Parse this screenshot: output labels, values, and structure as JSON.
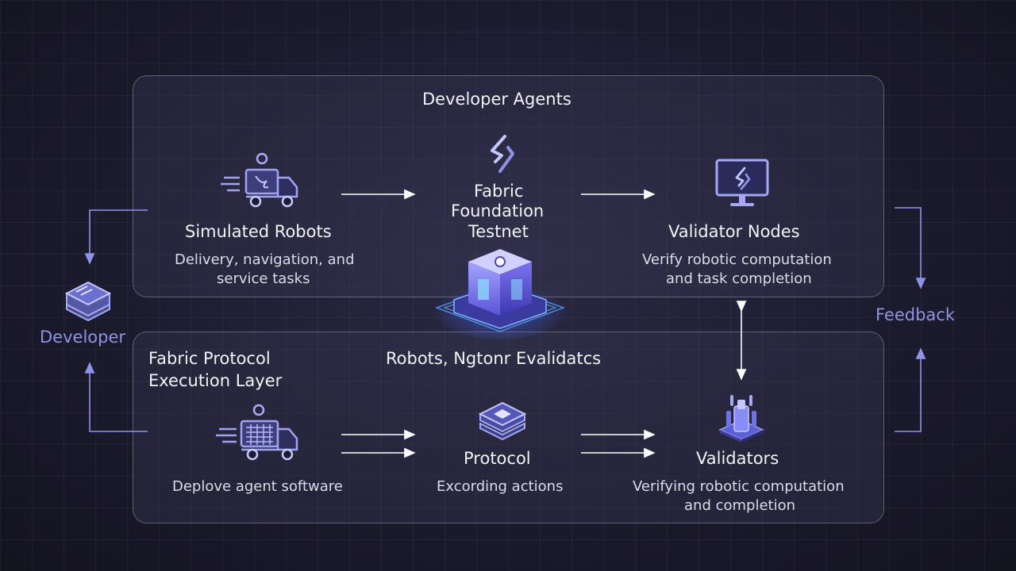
{
  "top_panel": {
    "heading": "Developer Agents"
  },
  "bottom_panel": {
    "heading_line1": "Fabric Protocol",
    "heading_line2": "Execution Layer",
    "center_heading": "Robots, Ngtonr Evalidatcs"
  },
  "nodes": {
    "simulated_robots": {
      "title": "Simulated Robots",
      "sub_line1": "Delivery, navigation, and",
      "sub_line2": "service tasks"
    },
    "fabric_testnet": {
      "line1": "Fabric",
      "line2": "Foundation",
      "line3": "Testnet"
    },
    "validator_nodes": {
      "title": "Validator Nodes",
      "sub_line1": "Verify robotic computation",
      "sub_line2": "and task completion"
    },
    "deploy": {
      "sub": "Deplove agent software"
    },
    "protocol": {
      "title": "Protocol",
      "sub": "Excording actions"
    },
    "validators": {
      "title": "Validators",
      "sub_line1": "Verifying robotic computation",
      "sub_line2": "and completion"
    }
  },
  "side_labels": {
    "developer": "Developer",
    "feedback": "Feedback"
  },
  "colors": {
    "accent": "#8f93e8",
    "arrow": "#ffffff",
    "panel_border": "#c8c8e1"
  }
}
